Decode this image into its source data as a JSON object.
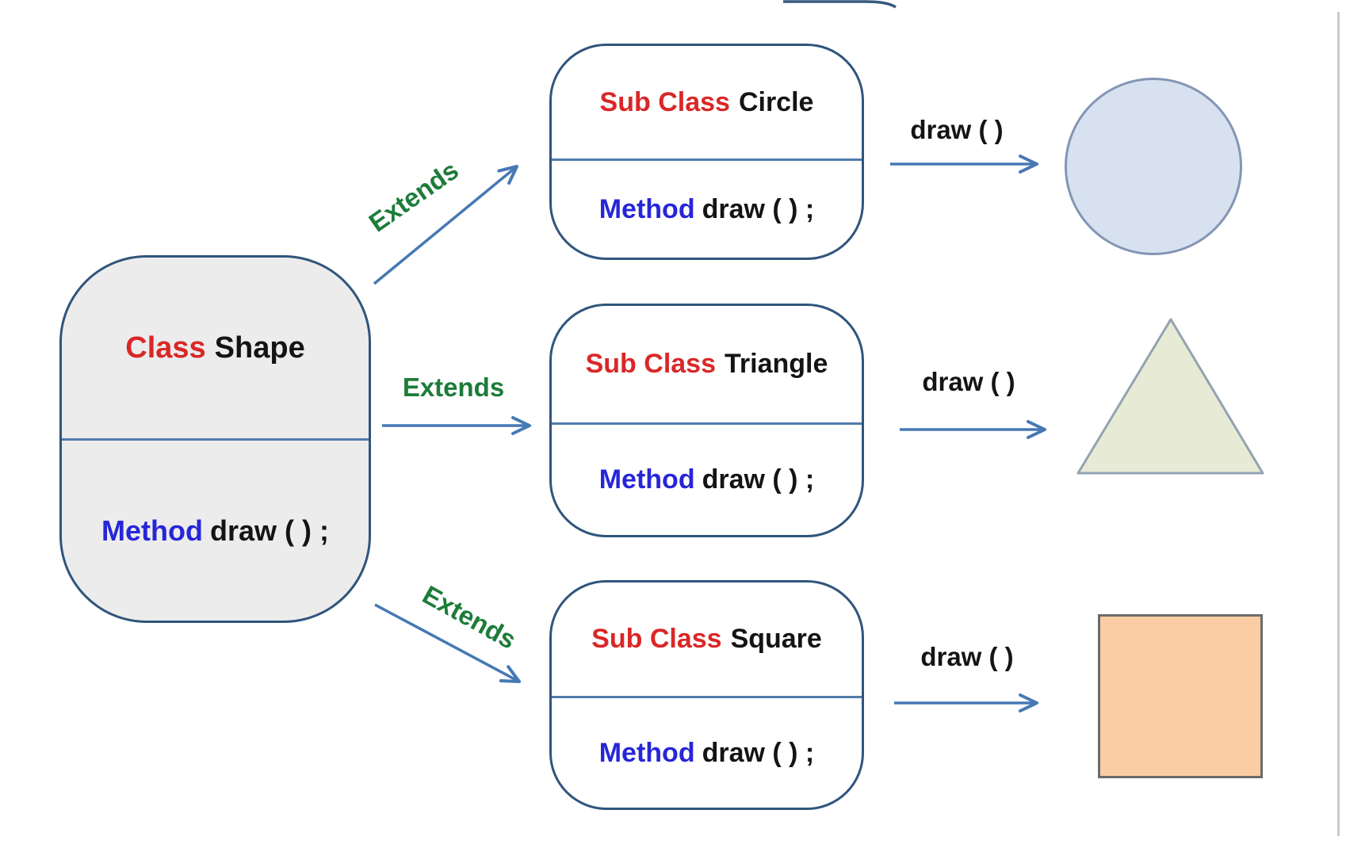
{
  "main_class": {
    "keyword": "Class",
    "name": "Shape",
    "method_keyword": "Method",
    "method_signature": "draw ( ) ;"
  },
  "subclasses": [
    {
      "relation_label": "Extends",
      "keyword": "Sub Class",
      "name": "Circle",
      "method_keyword": "Method",
      "method_signature": "draw ( ) ;",
      "action_label": "draw ( )",
      "result_shape": "circle"
    },
    {
      "relation_label": "Extends",
      "keyword": "Sub Class",
      "name": "Triangle",
      "method_keyword": "Method",
      "method_signature": "draw ( ) ;",
      "action_label": "draw ( )",
      "result_shape": "triangle"
    },
    {
      "relation_label": "Extends",
      "keyword": "Sub Class",
      "name": "Square",
      "method_keyword": "Method",
      "method_signature": "draw ( ) ;",
      "action_label": "draw ( )",
      "result_shape": "square"
    }
  ],
  "colors": {
    "box_border": "#30557c",
    "divider": "#4f7cab",
    "arrow_blue": "#4678b4",
    "extends_green": "#1c7c38",
    "keyword_red": "#da2727",
    "method_blue": "#2626d8",
    "main_box_fill": "#ececec",
    "circle_fill": "#d8e1ef",
    "circle_stroke": "#8495b5",
    "triangle_fill": "#e7ebd6",
    "triangle_stroke": "#93a3b0",
    "square_fill": "#fccda5",
    "square_stroke": "#6b6b6b"
  }
}
